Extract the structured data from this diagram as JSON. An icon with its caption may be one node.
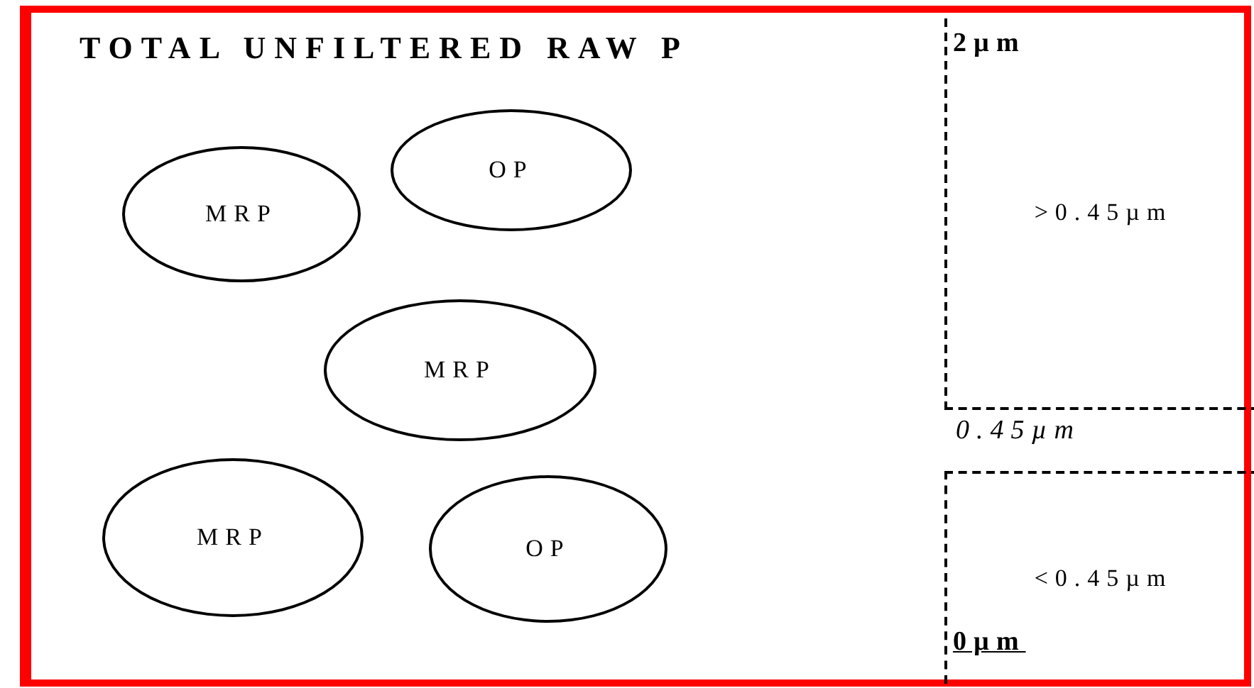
{
  "diagram": {
    "nodes": [
      {
        "text": [
          "TOTAL UNFILTERED RAW P"
        ]
      },
      {
        "text": [
          "OP"
        ],
        "in": 0
      },
      {
        "text": [
          "MRP"
        ],
        "in": 0
      },
      {
        "text": [
          "MRP"
        ],
        "in": 0
      },
      {
        "text": [
          "MRP"
        ],
        "in": 0
      },
      {
        "text": [
          "OP"
        ],
        "in": 0
      },
      {
        "text": [
          ">0.45µm"
        ],
        "in": 0
      },
      {
        "text": [
          "<0.45µm"
        ],
        "in": 0
      }
    ],
    "edges": [],
    "labels": [
      "2µm",
      "0.45µm",
      "0µm"
    ]
  }
}
